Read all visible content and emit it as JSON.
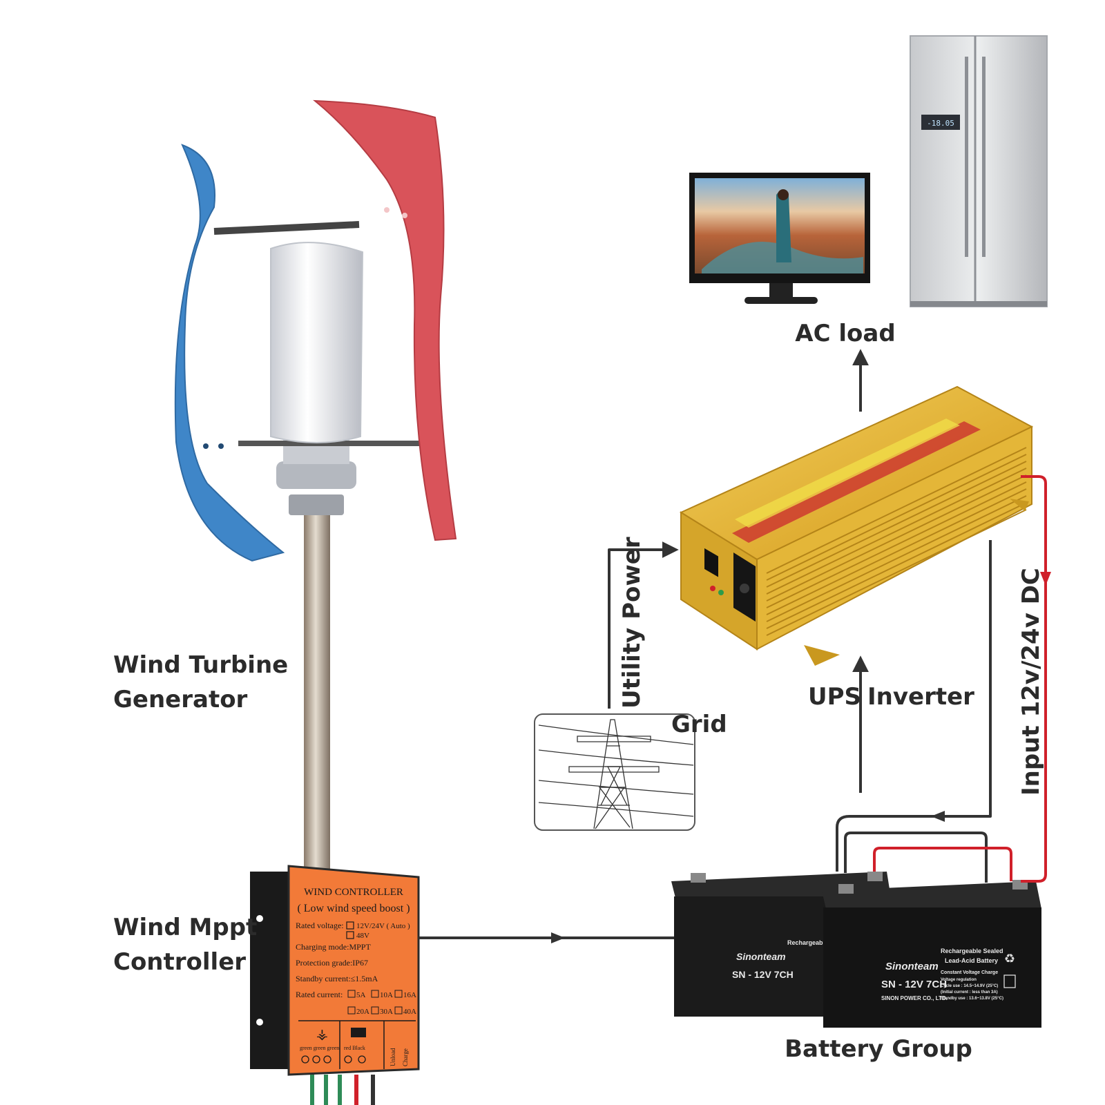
{
  "labels": {
    "wind_turbine_line1": "Wind Turbine",
    "wind_turbine_line2": "Generator",
    "wind_mppt_line1": "Wind Mppt",
    "wind_mppt_line2": "Controller",
    "ac_load": "AC load",
    "ups_inverter_ups": "UPS",
    "ups_inverter_inverter": "Inverter",
    "grid": "Grid",
    "utility_power": "Utility Power",
    "dc_input": "Input 12v/24v DC",
    "battery_group": "Battery Group"
  },
  "controller": {
    "title": "WIND CONTROLLER",
    "subtitle": "( Low wind speed boost )",
    "rated_voltage": "Rated voltage:",
    "voltage_opt1": "12V/24V ( Auto )",
    "voltage_opt2": "48V",
    "charging_mode": "Charging mode:MPPT",
    "protection_grade": "Protection grade:IP67",
    "standby_current": "Standby current:≤1.5mA",
    "rated_current": "Rated current:",
    "current_opts_row1": [
      "5A",
      "10A",
      "16A"
    ],
    "current_opts_row2": [
      "20A",
      "30A",
      "40A"
    ],
    "wire_green": "green green green",
    "wire_red_black": "red   Black",
    "unload": "Unload",
    "charge": "Charge"
  },
  "battery": {
    "brand": "Sinonteam",
    "model": "SN - 12V 7CH",
    "maker": "SINON POWER CO., LTD.",
    "type_line1": "Rechargeable Sealed",
    "type_line2": "Lead-Acid Battery",
    "spec_title": "Constant Voltage Charge",
    "spec_lines": [
      "Voltage regulation",
      "Cycle use : 14.5~14.9V (25°C)",
      "(Initial current : less than 3A)",
      "Standby use : 13.6~13.8V (25°C)"
    ]
  },
  "fridge_display": "-18.05",
  "colors": {
    "blade_blue": "#3f86c8",
    "blade_red": "#d9535a",
    "controller_orange": "#f27a38",
    "inverter_gold": "#e3b63a",
    "dc_wire_red": "#d0202a",
    "wire_dark": "#333333"
  }
}
